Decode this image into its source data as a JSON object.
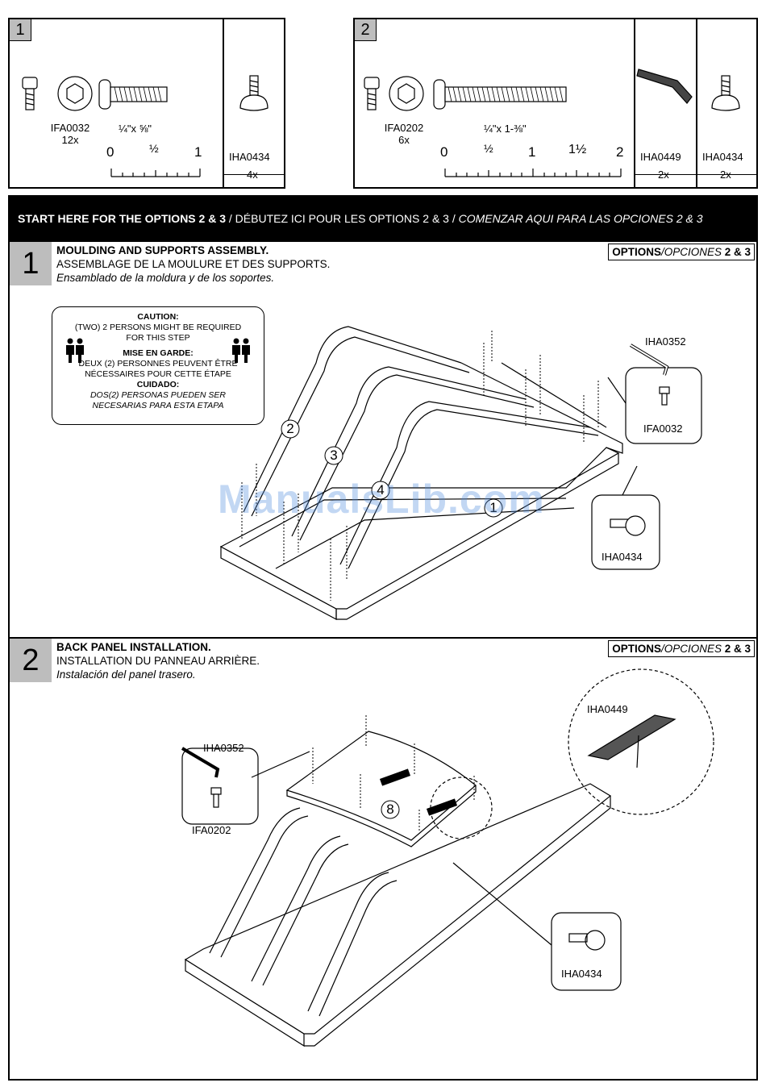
{
  "part_box_1": {
    "index": "1",
    "screw_code": "IFA0032",
    "screw_qty": "12x",
    "screw_size": "¼\"x ⅝\"",
    "ruler_labels": [
      "0",
      "½",
      "1"
    ],
    "knob_code": "IHA0434",
    "knob_qty": "4x"
  },
  "part_box_2": {
    "index": "2",
    "screw_code": "IFA0202",
    "screw_qty": "6x",
    "screw_size": "¼\"x 1-⅜\"",
    "ruler_labels": [
      "0",
      "½",
      "1",
      "1½",
      "2"
    ],
    "strip_code": "IHA0449",
    "strip_qty": "2x",
    "knob_code": "IHA0434",
    "knob_qty": "2x"
  },
  "banner": {
    "en": "START HERE FOR THE OPTIONS 2 & 3",
    "fr": " / DÉBUTEZ ICI POUR LES OPTIONS 2 & 3 / ",
    "es": "COMENZAR AQUI PARA LAS OPCIONES 2 & 3"
  },
  "step1": {
    "number": "1",
    "title_en": "MOULDING AND SUPPORTS ASSEMBLY.",
    "title_fr": "ASSEMBLAGE DE LA MOULURE ET DES SUPPORTS.",
    "title_es": "Ensamblado de la moldura y de los soportes.",
    "options_en": "OPTIONS",
    "options_es": "/OPCIONES",
    "options_num": " 2 & 3",
    "caution": {
      "h_en": "CAUTION:",
      "en1": "(TWO) 2 PERSONS MIGHT BE REQUIRED",
      "en2": "FOR THIS STEP",
      "h_fr": "MISE EN GARDE:",
      "fr1": "DEUX (2) PERSONNES PEUVENT ÊTRE",
      "fr2": "NÉCESSAIRES POUR CETTE ÉTAPE",
      "h_es": "CUIDADO:",
      "es1": "DOS(2) PERSONAS PUEDEN SER",
      "es2": "NECESARIAS PARA ESTA ETAPA"
    },
    "part_labels": [
      "2",
      "3",
      "4",
      "1"
    ],
    "wrench_code": "IHA0352",
    "screw_code": "IFA0032",
    "knob_code": "IHA0434"
  },
  "step2": {
    "number": "2",
    "title_en": "BACK PANEL INSTALLATION.",
    "title_fr": "INSTALLATION DU PANNEAU ARRIÈRE.",
    "title_es": "Instalación del panel trasero.",
    "options_en": "OPTIONS",
    "options_es": "/OPCIONES",
    "options_num": " 2 & 3",
    "wrench_code": "IHA0352",
    "screw_code": "IFA0202",
    "panel_label": "8",
    "strip_code": "IHA0449",
    "knob_code": "IHA0434"
  },
  "watermark": "ManualsLib.com"
}
